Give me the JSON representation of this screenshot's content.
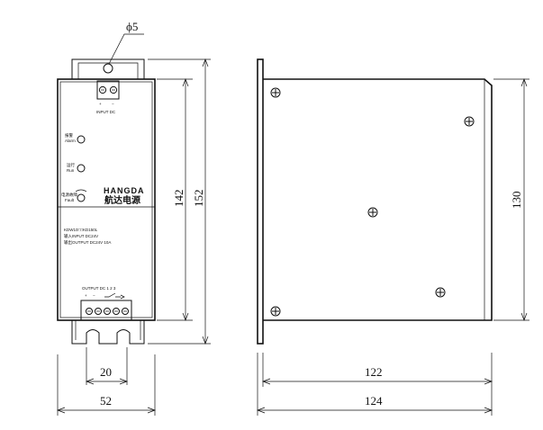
{
  "dimensions": {
    "hole_dia": "ϕ5",
    "height_outer": "152",
    "height_inner": "142",
    "width_slot": "20",
    "width_front": "52",
    "side_height": "130",
    "side_inner_width": "122",
    "side_total_width": "124"
  },
  "front_panel": {
    "input_label": "INPUT  DC",
    "input_plus": "+",
    "input_minus": "−",
    "alarm_cn": "报警",
    "alarm_en": "Alarm",
    "run_cn": "运行",
    "run_en": "Run",
    "fault_cn": "电源故障",
    "fault_en": "Fault",
    "brand_en": "HANGDA",
    "brand_cn": "航达电源",
    "model_line": "KDW10□□KD150L",
    "input_spec": "输入INPUT  DC24V",
    "output_spec": "输出OUTPUT  DC24V  10A",
    "output_label": "OUTPUT  DC   1    2    3",
    "output_plus": "+",
    "output_minus": "−"
  }
}
